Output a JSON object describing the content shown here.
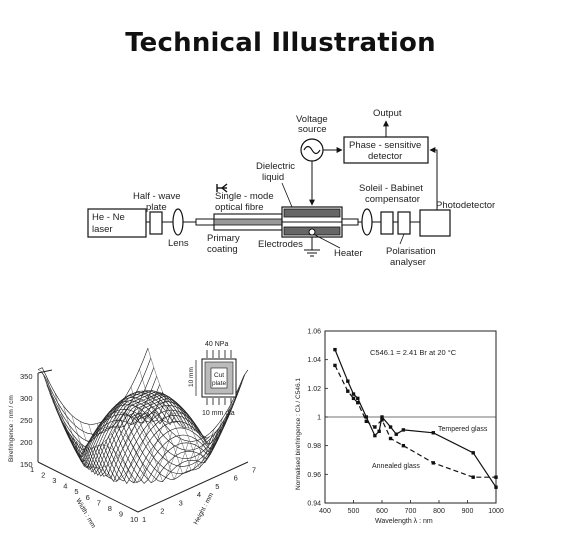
{
  "page": {
    "title": "Technical Illustration"
  },
  "setup_diagram": {
    "labels": {
      "laser": "He - Ne laser",
      "laser_l1": "He - Ne",
      "laser_l2": "laser",
      "half_wave_l1": "Half - wave",
      "half_wave_l2": "plate",
      "lens": "Lens",
      "fibre_l1": "Single - mode",
      "fibre_l2": "optical fibre",
      "coating_l1": "Primary",
      "coating_l2": "coating",
      "dielectric_l1": "Dielectric",
      "dielectric_l2": "liquid",
      "voltage_l1": "Voltage",
      "voltage_l2": "source",
      "output": "Output",
      "detector_l1": "Phase - sensitive",
      "detector_l2": "detector",
      "soleil_l1": "Soleil - Babinet",
      "soleil_l2": "compensator",
      "photodetector": "Photodetector",
      "electrodes": "Electrodes",
      "heater": "Heater",
      "analyser_l1": "Polarisation",
      "analyser_l2": "analyser"
    }
  },
  "surface_plot": {
    "z_label": "Birefringence : nm / cm",
    "x_label": "Width : mm",
    "y_label": "Height : mm",
    "z_ticks": [
      "350",
      "300",
      "250",
      "200",
      "150"
    ],
    "x_ticks": [
      "1",
      "2",
      "3",
      "4",
      "5",
      "6",
      "7",
      "8",
      "9",
      "10"
    ],
    "y_ticks": [
      "1",
      "2",
      "3",
      "4",
      "5",
      "6",
      "7"
    ],
    "inset": {
      "load": "40 NPa",
      "cut_l1": "Cut",
      "cut_l2": "plate",
      "height": "10 mm",
      "width": "10 mm dia"
    }
  },
  "chart_data": {
    "type": "line",
    "title": "",
    "annotation": "C546.1 = 2.41 Br at 20 °C",
    "xlabel": "Wavelength λ : nm",
    "ylabel": "Normalised birefringence : Cλ / C546.1",
    "xlim": [
      400,
      1000
    ],
    "ylim": [
      0.94,
      1.06
    ],
    "x_ticks": [
      "400",
      "500",
      "600",
      "700",
      "800",
      "900",
      "1000"
    ],
    "y_ticks": [
      "1.06",
      "1.04",
      "1.02",
      "1",
      "0.98",
      "0.96",
      "0.94"
    ],
    "series": [
      {
        "name": "Tempered glass",
        "style": "solid",
        "x": [
          435,
          480,
          500,
          515,
          545,
          575,
          590,
          600,
          630,
          650,
          675,
          780,
          920,
          1000
        ],
        "y": [
          1.047,
          1.025,
          1.016,
          1.013,
          1.0,
          0.987,
          0.99,
          1.0,
          0.993,
          0.988,
          0.991,
          0.989,
          0.975,
          0.951
        ]
      },
      {
        "name": "Annealed glass",
        "style": "dashed",
        "x": [
          435,
          480,
          500,
          515,
          545,
          575,
          600,
          630,
          675,
          780,
          920,
          1000
        ],
        "y": [
          1.036,
          1.018,
          1.013,
          1.01,
          0.997,
          0.993,
          0.998,
          0.985,
          0.98,
          0.968,
          0.958,
          0.958
        ]
      }
    ]
  }
}
